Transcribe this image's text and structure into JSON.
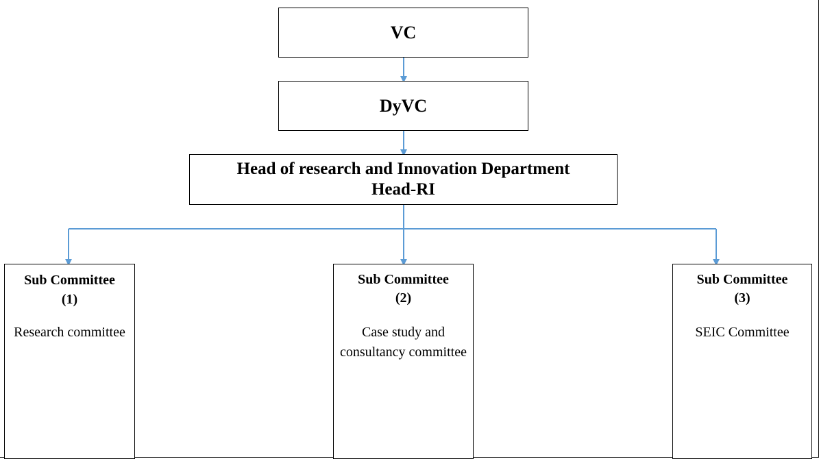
{
  "nodes": {
    "vc": {
      "label": "VC"
    },
    "dyvc": {
      "label": "DyVC"
    },
    "head": {
      "line1": "Head of research and Innovation Department",
      "line2": "Head-RI"
    },
    "subs": [
      {
        "title": "Sub Committee",
        "number": "(1)",
        "description": "Research committee"
      },
      {
        "title": "Sub Committee",
        "number": "(2)",
        "description": "Case study and consultancy committee"
      },
      {
        "title": "Sub Committee",
        "number": "(3)",
        "description": "SEIC Committee"
      }
    ]
  },
  "colors": {
    "connector": "#5b9bd5",
    "box_border": "#000000"
  }
}
